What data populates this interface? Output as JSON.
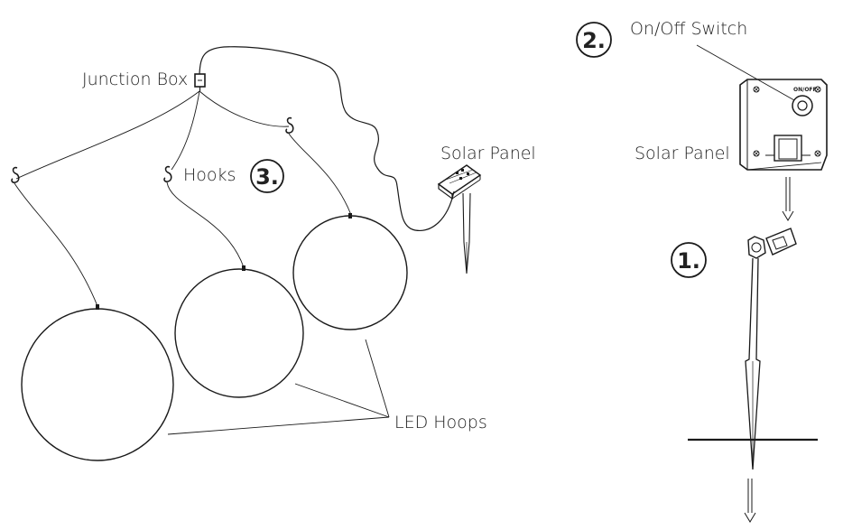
{
  "labels": {
    "junction_box": "Junction Box",
    "hooks": "Hooks",
    "solar_panel_left": "Solar Panel",
    "led_hoops": "LED Hoops",
    "on_off_switch": "On/Off Switch",
    "solar_panel_right": "Solar Panel",
    "panel_switch_text": "ON/OFF"
  },
  "steps": {
    "step1": "1.",
    "step2": "2.",
    "step3": "3."
  }
}
